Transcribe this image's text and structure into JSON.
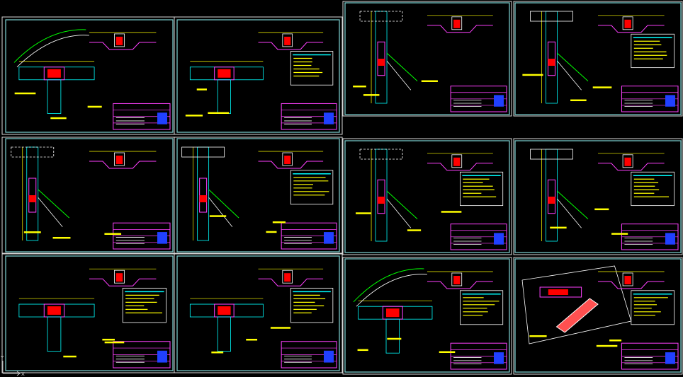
{
  "drawing": {
    "background": "#000000",
    "frame_color": "#7fd4d4",
    "title_block_color": "#ff40ff",
    "label_color": "#ffff00",
    "accent_fill": "#ff0000",
    "sheets": [
      {
        "id": "sheet-1",
        "variant": "tee-curved"
      },
      {
        "id": "sheet-2",
        "variant": "tee-flat"
      },
      {
        "id": "sheet-3",
        "variant": "wall-branch"
      },
      {
        "id": "sheet-4",
        "variant": "wall-branch-red"
      },
      {
        "id": "sheet-5",
        "variant": "vertical-branch"
      },
      {
        "id": "sheet-6",
        "variant": "vertical-branch-red"
      },
      {
        "id": "sheet-7",
        "variant": "wall-branch-2"
      },
      {
        "id": "sheet-8",
        "variant": "wall-branch-brick"
      },
      {
        "id": "sheet-9",
        "variant": "tee-plan"
      },
      {
        "id": "sheet-10",
        "variant": "tee-red"
      },
      {
        "id": "sheet-11",
        "variant": "diagonal-branch"
      },
      {
        "id": "sheet-12",
        "variant": "site-plan"
      }
    ]
  },
  "ucs_icon": {
    "x_label": "X",
    "y_label": "Y"
  }
}
